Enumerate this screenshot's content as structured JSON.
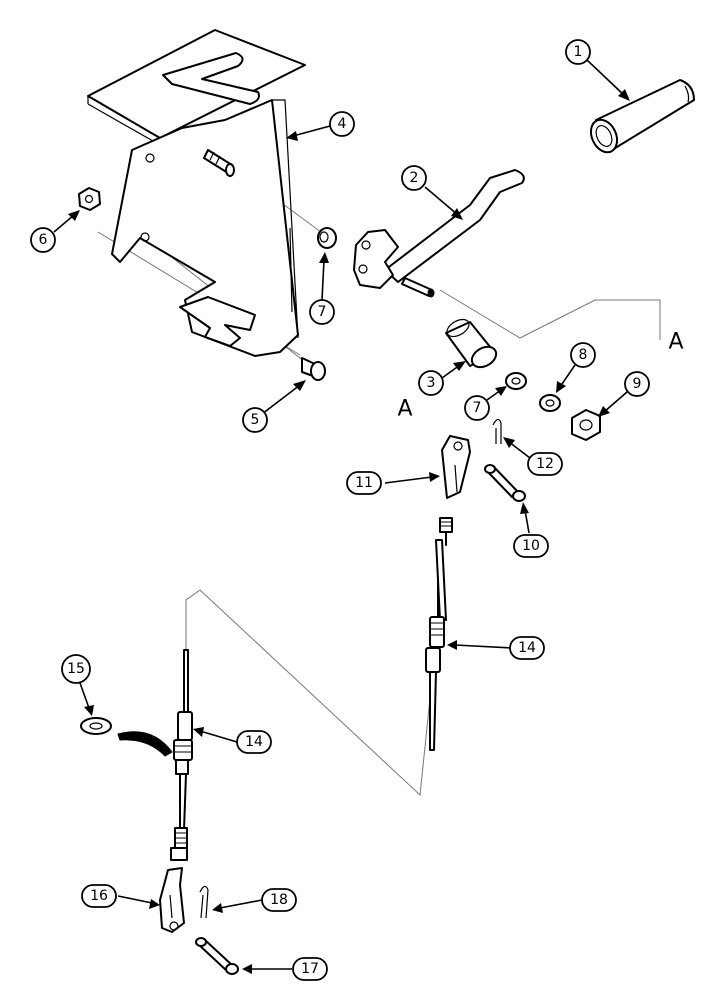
{
  "callouts": [
    {
      "id": "c1",
      "label": "1"
    },
    {
      "id": "c2",
      "label": "2"
    },
    {
      "id": "c3",
      "label": "3"
    },
    {
      "id": "c4",
      "label": "4"
    },
    {
      "id": "c5",
      "label": "5"
    },
    {
      "id": "c6",
      "label": "6"
    },
    {
      "id": "c7a",
      "label": "7"
    },
    {
      "id": "c7b",
      "label": "7"
    },
    {
      "id": "c8",
      "label": "8"
    },
    {
      "id": "c9",
      "label": "9"
    },
    {
      "id": "c10",
      "label": "10"
    },
    {
      "id": "c11",
      "label": "11"
    },
    {
      "id": "c12",
      "label": "12"
    },
    {
      "id": "c14a",
      "label": "14"
    },
    {
      "id": "c14b",
      "label": "14"
    },
    {
      "id": "c15",
      "label": "15"
    },
    {
      "id": "c16",
      "label": "16"
    },
    {
      "id": "c17",
      "label": "17"
    },
    {
      "id": "c18",
      "label": "18"
    }
  ],
  "connector_refs": {
    "right": "A",
    "left": "A"
  }
}
